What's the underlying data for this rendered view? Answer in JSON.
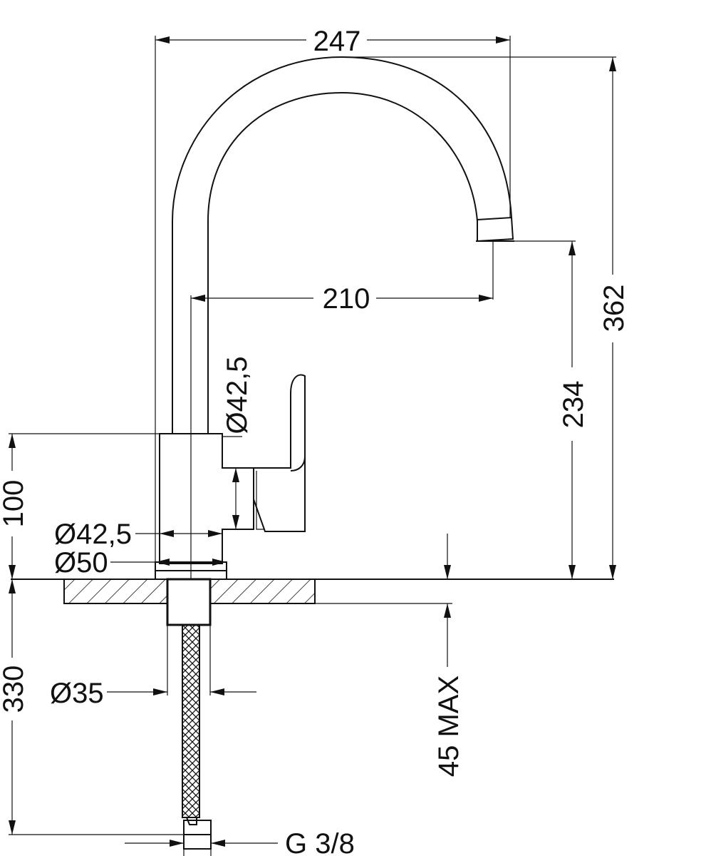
{
  "dimensions": {
    "total_width": "247",
    "reach": "210",
    "total_height": "362",
    "spout_height": "234",
    "body_height": "100",
    "spout_diameter": "Ø42,5",
    "body_diameter": "Ø42,5",
    "base_diameter": "Ø50",
    "shank_diameter": "Ø35",
    "below_deck_length": "330",
    "max_deck_thickness": "45 MAX",
    "connection_thread": "G 3/8"
  },
  "colors": {
    "line": "#111111",
    "background": "#ffffff"
  }
}
